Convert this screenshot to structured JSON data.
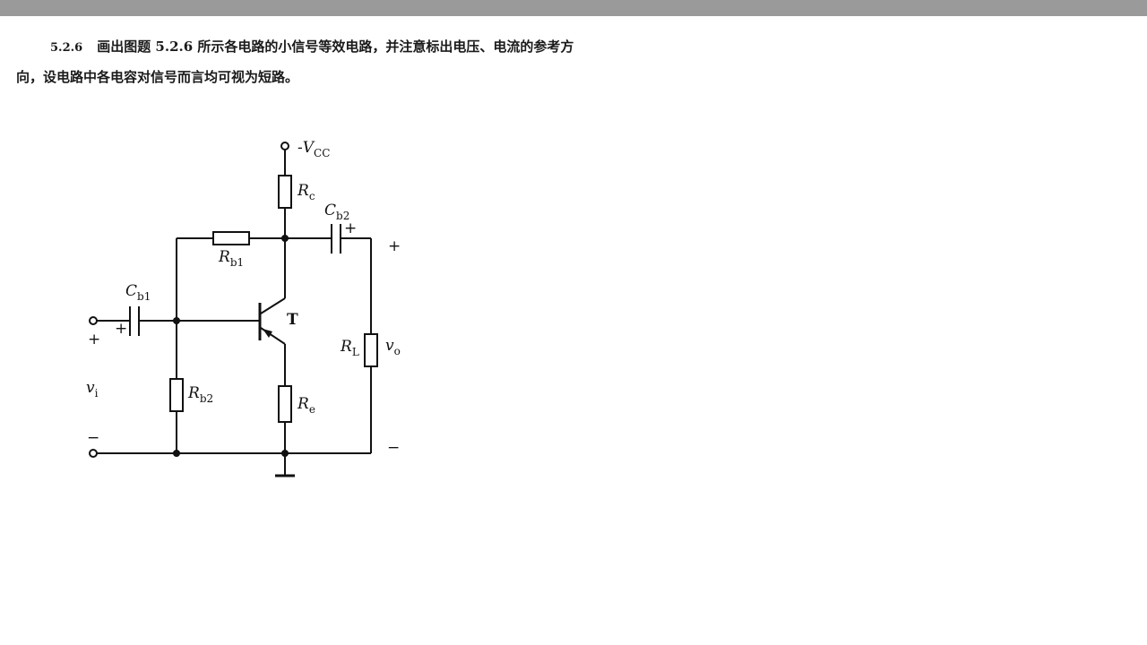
{
  "problem": {
    "number": "5.2.6",
    "line1": "画出图题 5.2.6 所示各电路的小信号等效电路，并注意标出电压、电流的参考方",
    "line2": "向，设电路中各电容对信号而言均可视为短路。"
  },
  "circuit": {
    "supply": {
      "sign": "-",
      "main": "V",
      "sub": "CC"
    },
    "rc": {
      "main": "R",
      "sub": "c"
    },
    "rb1": {
      "main": "R",
      "sub": "b1"
    },
    "rb2": {
      "main": "R",
      "sub": "b2"
    },
    "re": {
      "main": "R",
      "sub": "e"
    },
    "rl": {
      "main": "R",
      "sub": "L"
    },
    "cb1": {
      "main": "C",
      "sub": "b1"
    },
    "cb2": {
      "main": "C",
      "sub": "b2"
    },
    "transistor": "T",
    "vi": {
      "main": "v",
      "sub": "i"
    },
    "vo": {
      "main": "v",
      "sub": "o"
    },
    "plus": "+",
    "minus": "−"
  }
}
